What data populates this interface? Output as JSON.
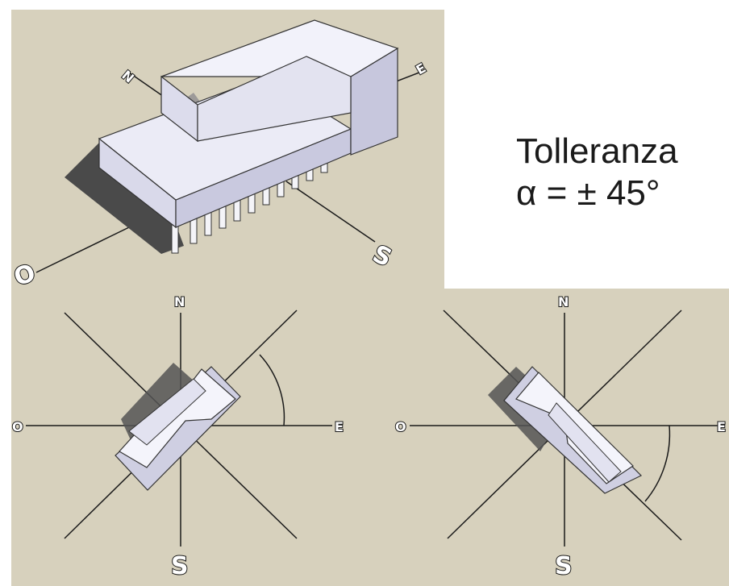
{
  "callout": {
    "title": "Tolleranza",
    "formula": "α = ± 45°"
  },
  "compass_labels": {
    "north": "N",
    "south": "S",
    "east": "E",
    "west": "O"
  },
  "colors": {
    "ground": "#d7d1bd",
    "building": "#eeeef8",
    "building_side": "#c9c9df",
    "shadow": "#4a4a4a",
    "line": "#1a1a1a"
  }
}
